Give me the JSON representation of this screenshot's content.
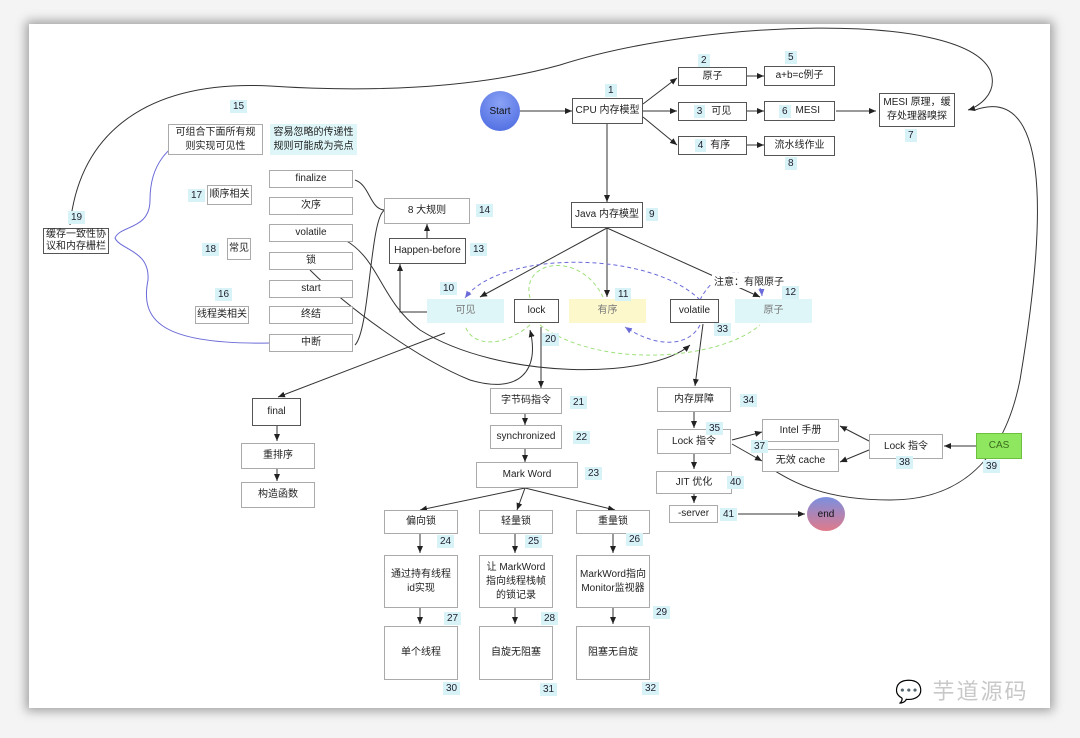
{
  "start": {
    "label": "Start"
  },
  "end": {
    "label": "end"
  },
  "nodes": {
    "cpu_model": "CPU 内存模型",
    "atomic": "原子",
    "visible": "可见",
    "ordered": "有序",
    "abc_example": "a+b=c例子",
    "mesi": "MESI",
    "pipeline": "流水线作业",
    "mesi_principle": "MESI 原理，缓存处理器嗅探",
    "java_model": "Java 内存模型",
    "jmm_visible": "可见",
    "jmm_lock": "lock",
    "jmm_ordered": "有序",
    "jmm_volatile": "volatile",
    "jmm_atomic": "原子",
    "note_limited_atomic": "注意：有限原子",
    "happen_before": "Happen-before",
    "eight_rules": "8 大规则",
    "combine_rules": "可组合下面所有规则实现可见性",
    "transitivity": "容易忽略的传递性规则可能成为亮点",
    "order_related": "顺序相关",
    "finalize": "finalize",
    "order": "次序",
    "common": "常见",
    "volatile_rule": "volatile",
    "lock_rule": "锁",
    "thread_related": "线程类相关",
    "start_rule": "start",
    "terminate_rule": "终结",
    "interrupt_rule": "中断",
    "cache_coherence": "缓存一致性协议和内存栅栏",
    "final": "final",
    "reorder": "重排序",
    "constructor": "构造函数",
    "bytecode": "字节码指令",
    "synchronized": "synchronized",
    "mark_word": "Mark Word",
    "biased_lock": "偏向锁",
    "light_lock": "轻量锁",
    "heavy_lock": "重量锁",
    "biased_detail": "通过持有线程id实现",
    "light_detail": "让 MarkWord 指向线程栈帧的锁记录",
    "heavy_detail": "MarkWord指向Monitor监视器",
    "single_thread": "单个线程",
    "spin_no_block": "自旋无阻塞",
    "block_no_spin": "阻塞无自旋",
    "memory_barrier": "内存屏障",
    "lock_instr": "Lock 指令",
    "intel_manual": "Intel 手册",
    "invalidate_cache": "无效 cache",
    "lock_instr2": "Lock 指令",
    "cas": "CAS",
    "jit": "JIT 优化",
    "server": "-server"
  },
  "tags": {
    "t1": "1",
    "t2": "2",
    "t3": "3",
    "t4": "4",
    "t5": "5",
    "t6": "6",
    "t7": "7",
    "t8": "8",
    "t9": "9",
    "t10": "10",
    "t11": "11",
    "t12": "12",
    "t13": "13",
    "t14": "14",
    "t15": "15",
    "t16": "16",
    "t17": "17",
    "t18": "18",
    "t19": "19",
    "t20": "20",
    "t21": "21",
    "t22": "22",
    "t23": "23",
    "t24": "24",
    "t25": "25",
    "t26": "26",
    "t27": "27",
    "t28": "28",
    "t29": "29",
    "t30": "30",
    "t31": "31",
    "t32": "32",
    "t33": "33",
    "t34": "34",
    "t35": "35",
    "t37": "37",
    "t38": "38",
    "t39": "39",
    "t40": "40",
    "t41": "41"
  },
  "watermark": "芋道源码"
}
